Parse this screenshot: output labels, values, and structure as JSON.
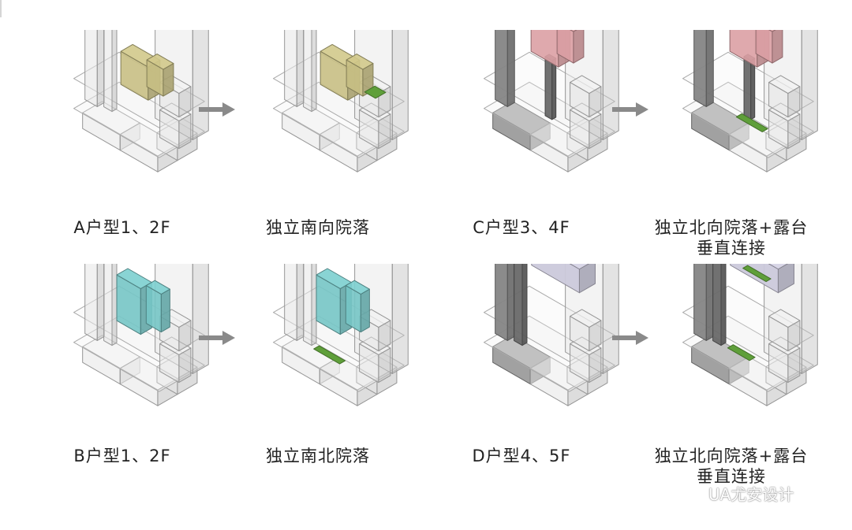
{
  "colors": {
    "outline": "#a8a8a8",
    "glass_fill": "#f1f1f1",
    "dark_tower": "#8c8c8c",
    "dark_tower_side": "#6f6f6f",
    "base_dark": "#9f9f9f",
    "unit_A": "#d2c98b",
    "unit_B": "#7ccfcf",
    "unit_C": "#e6a8ad",
    "unit_D": "#d6d4e6",
    "courtyard_green": "#5f9f3a",
    "arrow": "#8a8a8a"
  },
  "diagrams": [
    {
      "id": "A-before",
      "unit": "A",
      "caption": [
        "A户型1、2F"
      ],
      "courtyard": false
    },
    {
      "id": "A-after",
      "unit": "A",
      "caption": [
        "独立南向院落"
      ],
      "courtyard": true
    },
    {
      "id": "C-before",
      "unit": "C",
      "caption": [
        "C户型3、4F"
      ],
      "courtyard": false
    },
    {
      "id": "C-after",
      "unit": "C",
      "caption": [
        "独立北向院落+露台",
        "垂直连接"
      ],
      "courtyard": true
    },
    {
      "id": "B-before",
      "unit": "B",
      "caption": [
        "B户型1、2F"
      ],
      "courtyard": false
    },
    {
      "id": "B-after",
      "unit": "B",
      "caption": [
        "独立南北院落"
      ],
      "courtyard": true
    },
    {
      "id": "D-before",
      "unit": "D",
      "caption": [
        "D户型4、5F"
      ],
      "courtyard": false
    },
    {
      "id": "D-after",
      "unit": "D",
      "caption": [
        "独立北向院落+露台",
        "垂直连接"
      ],
      "courtyard": true
    }
  ],
  "arrows": [
    "arrow-A",
    "arrow-C",
    "arrow-B",
    "arrow-D"
  ],
  "watermark": {
    "text": "UA尤安设计",
    "icon": "wechat-icon"
  }
}
